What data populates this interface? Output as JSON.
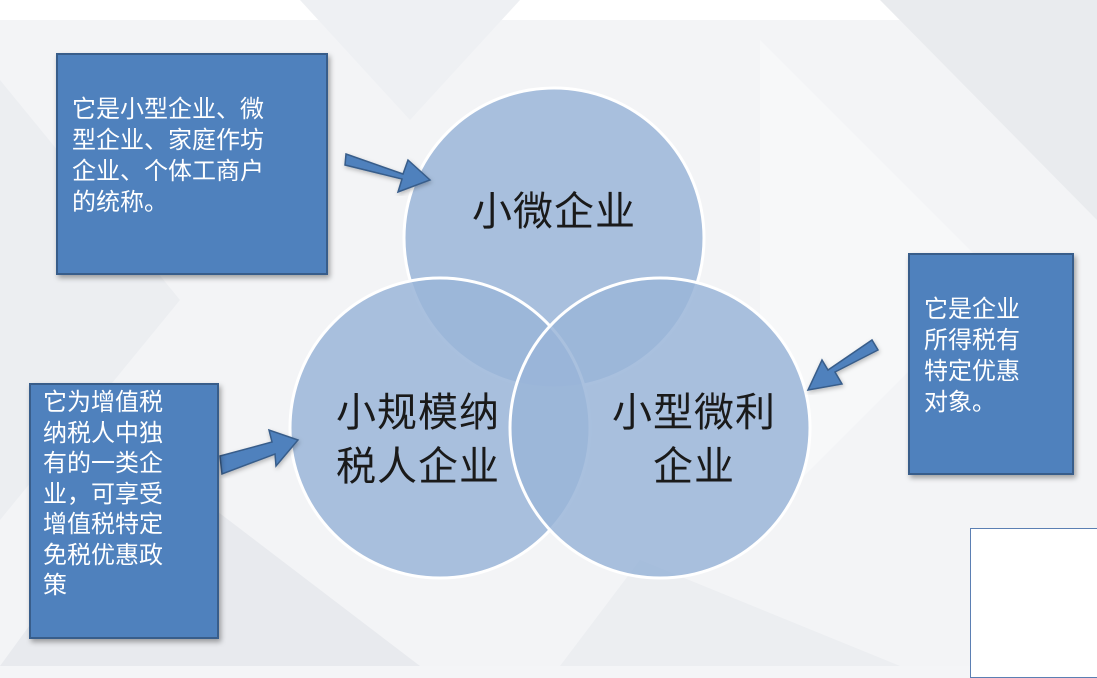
{
  "colors": {
    "circle_fill": "#98b3d6",
    "circle_stroke": "#ffffff",
    "note_fill": "#4f81bd",
    "note_border": "#385d8a",
    "arrow_fill": "#4f81bd"
  },
  "circles": {
    "top": "小微企业",
    "left": "小规模纳\n税人企业",
    "right": "小型微利\n企业"
  },
  "notes": {
    "top_left": "它是小型企业、微\n型企业、家庭作坊\n企业、个体工商户\n的统称。",
    "right": "它是企业\n所得税有\n特定优惠\n对象。",
    "bottom_left": "它为增值税\n纳税人中独\n有的一类企\n业，可享受\n增值税特定\n免税优惠政\n策"
  }
}
